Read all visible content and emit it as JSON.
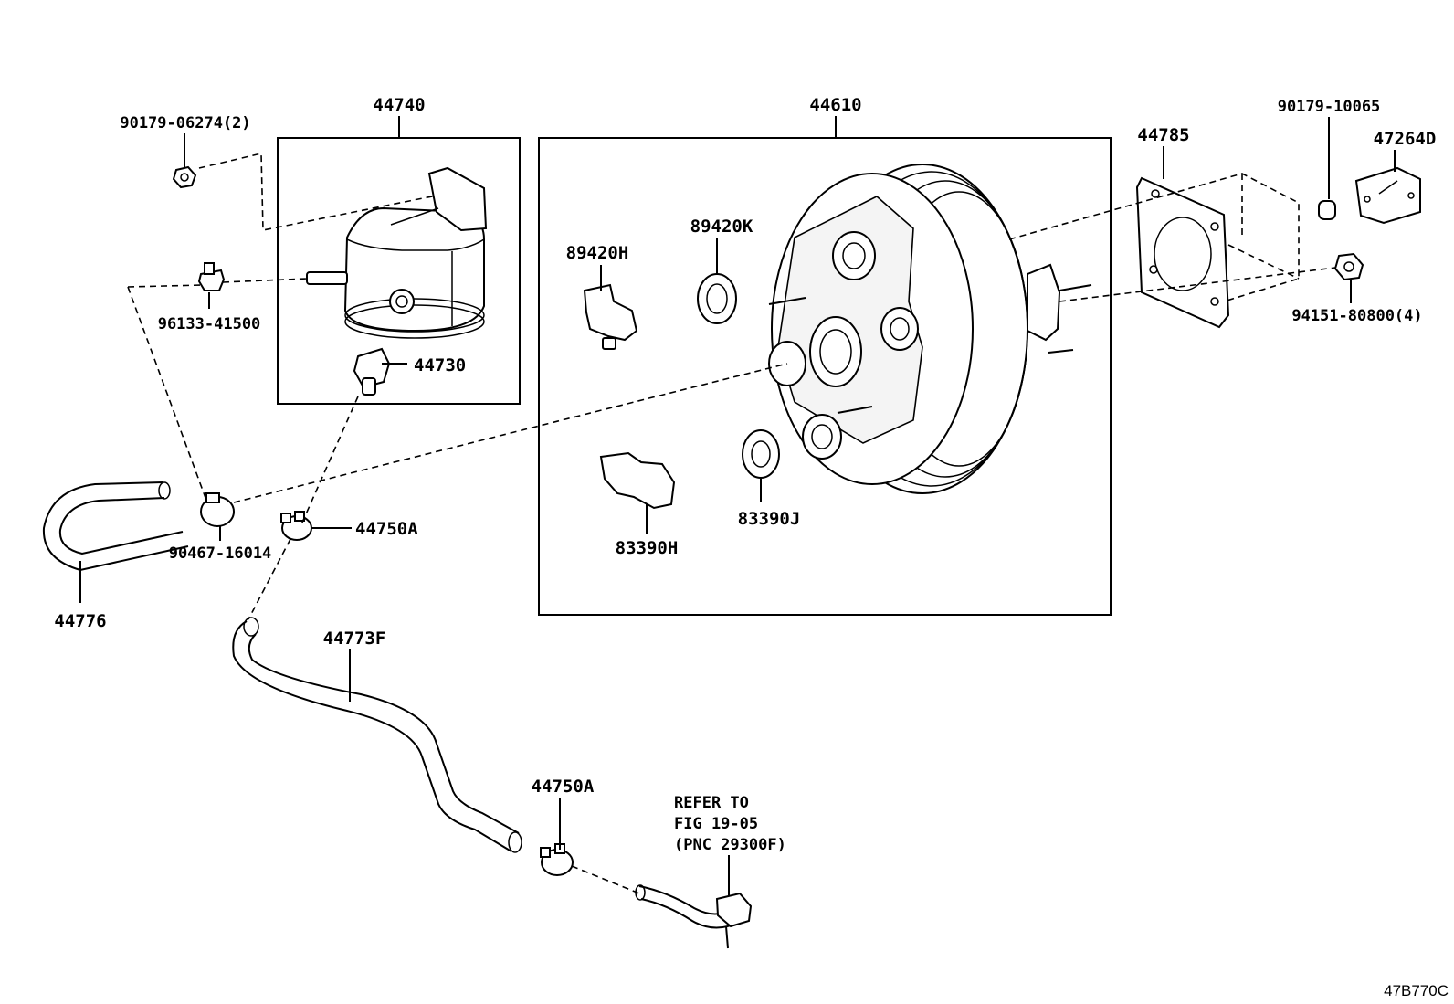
{
  "figure_code": "47B770C",
  "parts": {
    "p44740": "44740",
    "p44610": "44610",
    "p44785": "44785",
    "p90179_10065": "90179-10065",
    "p47264D": "47264D",
    "p90179_06274": "90179-06274(2)",
    "p96133_41500": "96133-41500",
    "p44730": "44730",
    "p89420H": "89420H",
    "p89420K": "89420K",
    "p94151_80800": "94151-80800(4)",
    "p90467_16014": "90467-16014",
    "p44750A_top": "44750A",
    "p44776": "44776",
    "p83390H": "83390H",
    "p83390J": "83390J",
    "p44773F": "44773F",
    "p44750A_bottom": "44750A"
  },
  "reference_note": {
    "line1": "REFER TO",
    "line2": "FIG 19-05",
    "line3": "(PNC 29300F)"
  }
}
